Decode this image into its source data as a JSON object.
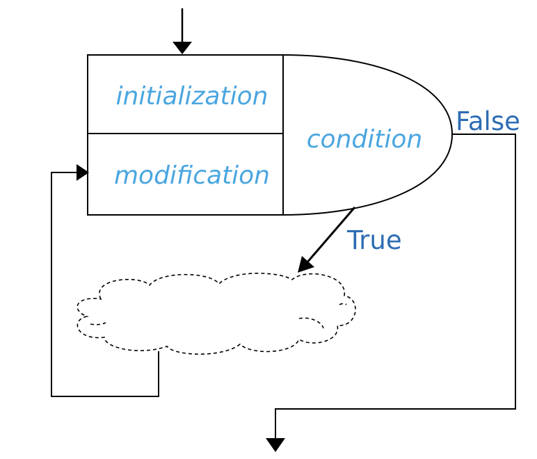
{
  "diagram": {
    "box_labels": {
      "initialization": "initialization",
      "modification": "modification",
      "condition": "condition"
    },
    "branch_labels": {
      "false": "False",
      "true": "True"
    },
    "colors": {
      "box_text": "#4aa6e0",
      "branch_text": "#2e6db4",
      "stroke": "#000000",
      "background": "#ffffff"
    }
  }
}
